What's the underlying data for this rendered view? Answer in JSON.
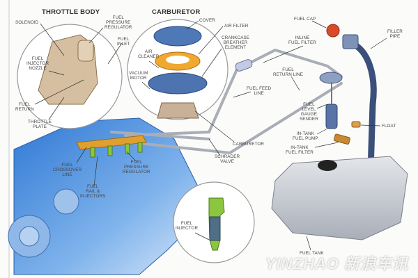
{
  "titles": {
    "throttle_body": "THROTTLE BODY",
    "carburetor": "CARBURETOR"
  },
  "labels": {
    "solenoid": "SOLENOID",
    "tb_fuel_pressure_regulator": "FUEL\nPRESSURE\nREGULATOR",
    "fuel_inlet": "FUEL\nINLET",
    "fuel_injector_nozzle": "FUEL\nINJECTOR\nNOZZLE",
    "fuel_return": "FUEL\nRETURN",
    "throttle_plate": "THROTTLE\nPLATE",
    "cover": "COVER",
    "air_filter": "AIR FILTER",
    "crankcase_breather": "CRANKCASE\nBREATHER\nELEMENT",
    "air_cleaner": "AIR\nCLEANER",
    "vacuum_motor": "VACUUM\nMOTOR",
    "fuel_cap": "FUEL CAP",
    "filler_pipe": "FILLER\nPIPE",
    "inline_fuel_filter": "INLINE\nFUEL FILTER",
    "fuel_return_line": "FUEL\nRETURN LINE",
    "fuel_feed_line": "FUEL FEED\nLINE",
    "fuel_level_sender": "FUEL\nLEVEL\nGAUGE\nSENDER",
    "float": "FLOAT",
    "in_tank_fuel_pump": "IN-TANK\nFUEL PUMP",
    "in_tank_fuel_filter": "IN-TANK\nFUEL FILTER",
    "carburetor": "CARBURETOR",
    "schrader_valve": "SCHRADER\nVALVE",
    "fuel_crossover_line": "FUEL\nCROSSOVER\nLINE",
    "fuel_pressure_regulator": "FUEL\nPRESSURE\nREGULATOR",
    "fuel_rail_injectors": "FUEL\nRAIL &\nINJECTORS",
    "fuel_injector": "FUEL\nINJECTOR",
    "fuel_tank": "FUEL TANK"
  },
  "watermark": "YINZHAO 新浪车讯",
  "colors": {
    "engine": "#3f86d8",
    "tank": "#c9ccd3",
    "rail": "#e0a030",
    "injector": "#8cc63f",
    "cap": "#d94a2a",
    "pipe": "#3b4f7a"
  }
}
